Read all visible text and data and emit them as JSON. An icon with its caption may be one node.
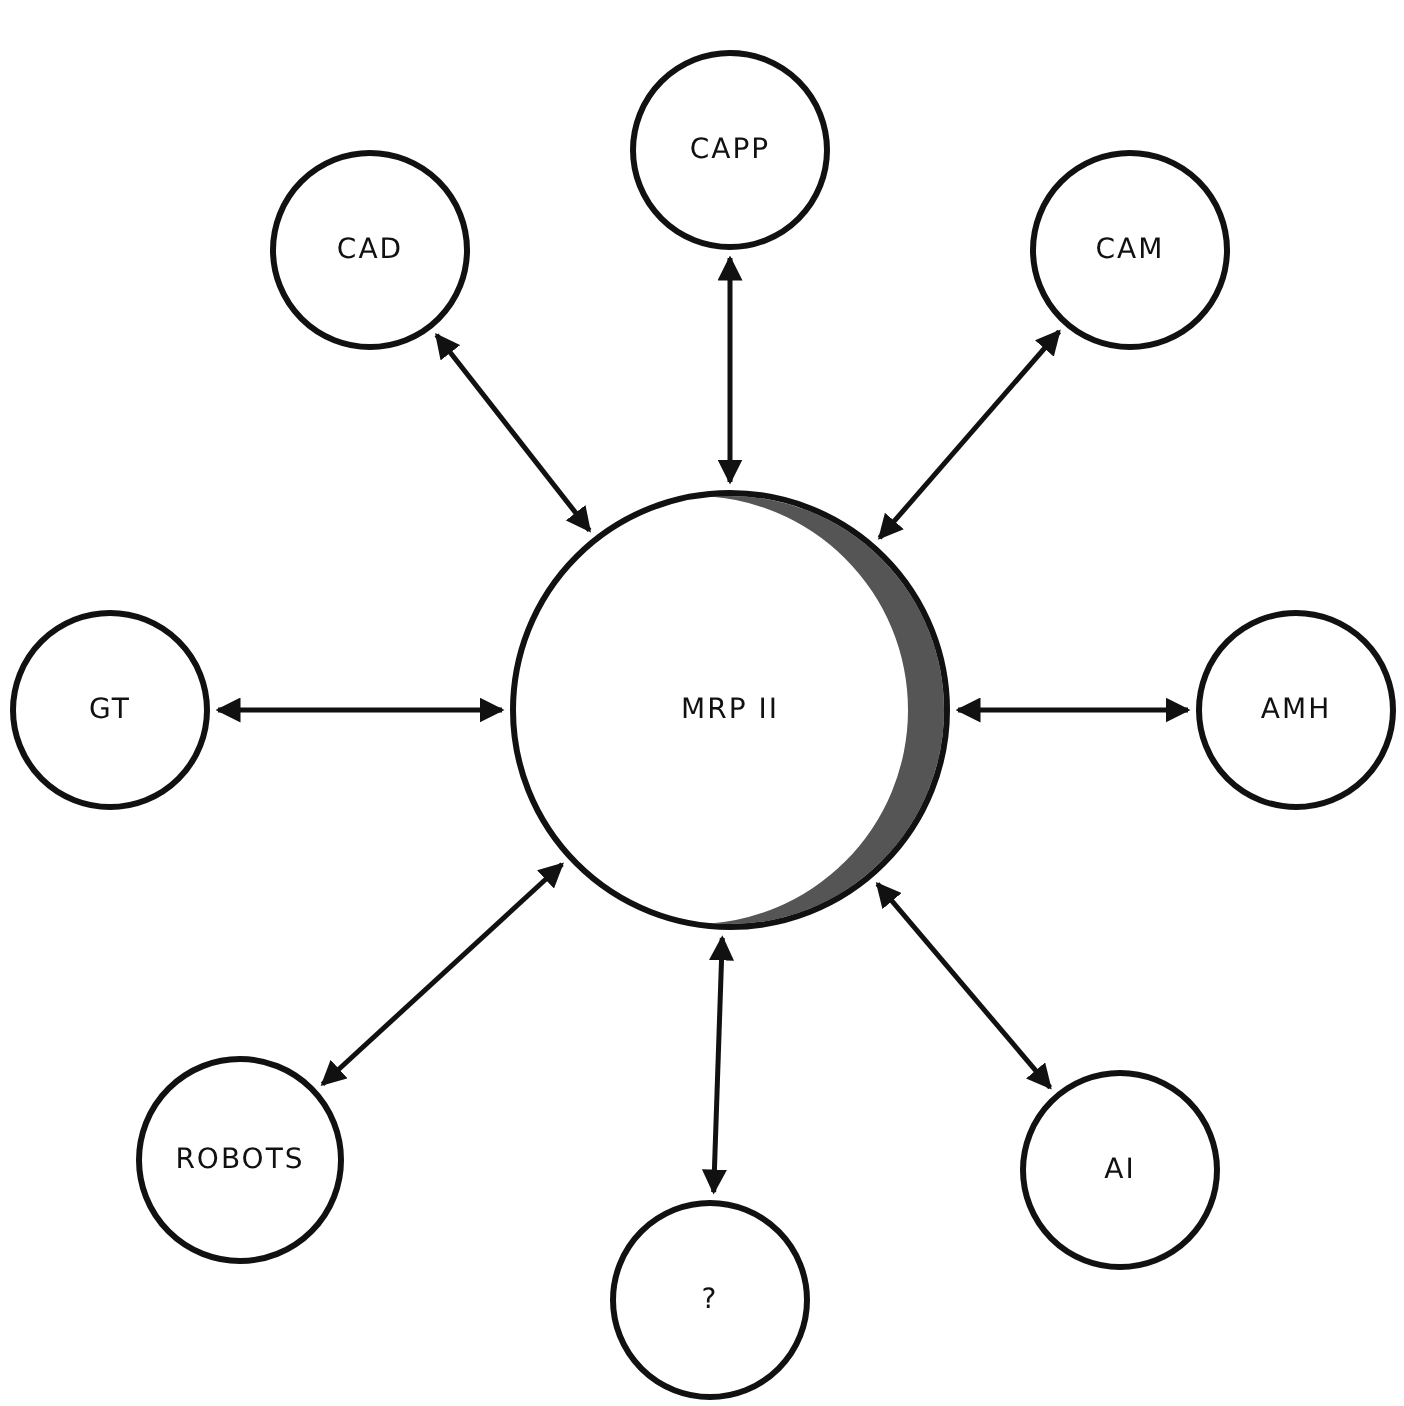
{
  "diagram": {
    "nodes": [
      {
        "text": [
          "CAPP"
        ]
      },
      {
        "text": [
          "CAD"
        ]
      },
      {
        "text": [
          "CAM"
        ]
      },
      {
        "text": [
          "GT"
        ]
      },
      {
        "text": [
          "MRP II"
        ]
      },
      {
        "text": [
          "AMH"
        ]
      },
      {
        "text": [
          "ROBOTS"
        ]
      },
      {
        "text": [
          "AI"
        ]
      },
      {
        "text": [
          "?"
        ]
      }
    ],
    "edges": [
      {
        "from": 4,
        "to": 0,
        "arrow": "both"
      },
      {
        "from": 4,
        "to": 1,
        "arrow": "both"
      },
      {
        "from": 4,
        "to": 2,
        "arrow": "both"
      },
      {
        "from": 4,
        "to": 3,
        "arrow": "both"
      },
      {
        "from": 4,
        "to": 5,
        "arrow": "both"
      },
      {
        "from": 4,
        "to": 6,
        "arrow": "both"
      },
      {
        "from": 4,
        "to": 7,
        "arrow": "both"
      },
      {
        "from": 4,
        "to": 8,
        "arrow": "both"
      }
    ]
  }
}
